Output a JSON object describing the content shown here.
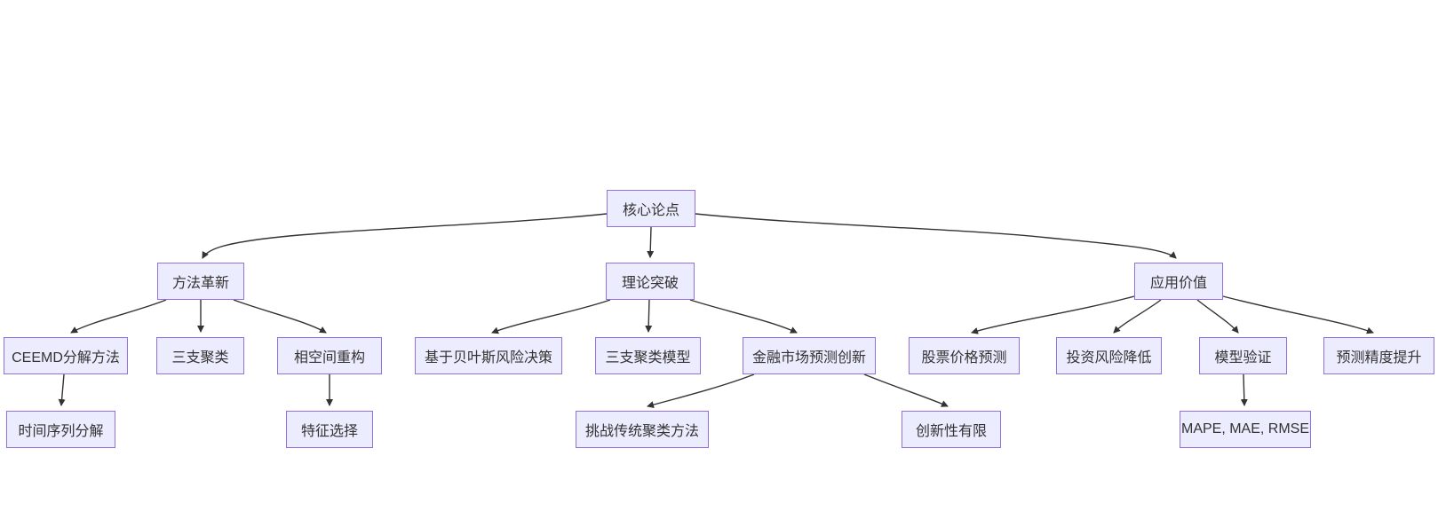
{
  "diagram": {
    "type": "flowchart",
    "direction": "top-down",
    "nodes": {
      "core": {
        "label": "核心论点"
      },
      "method_innovation": {
        "label": "方法革新"
      },
      "theory_breakthrough": {
        "label": "理论突破"
      },
      "application_value": {
        "label": "应用价值"
      },
      "ceemd": {
        "label": "CEEMD分解方法"
      },
      "three_way_clustering": {
        "label": "三支聚类"
      },
      "phase_space": {
        "label": "相空间重构"
      },
      "bayesian_risk": {
        "label": "基于贝叶斯风险决策"
      },
      "three_way_model": {
        "label": "三支聚类模型"
      },
      "financial_innovation": {
        "label": "金融市场预测创新"
      },
      "stock_prediction": {
        "label": "股票价格预测"
      },
      "risk_reduction": {
        "label": "投资风险降低"
      },
      "model_validation": {
        "label": "模型验证"
      },
      "accuracy_improvement": {
        "label": "预测精度提升"
      },
      "time_series": {
        "label": "时间序列分解"
      },
      "feature_selection": {
        "label": "特征选择"
      },
      "challenge_traditional": {
        "label": "挑战传统聚类方法"
      },
      "limited_innovation": {
        "label": "创新性有限"
      },
      "metrics": {
        "label": "MAPE, MAE, RMSE"
      }
    },
    "edges": [
      {
        "from": "core",
        "to": "method_innovation"
      },
      {
        "from": "core",
        "to": "theory_breakthrough"
      },
      {
        "from": "core",
        "to": "application_value"
      },
      {
        "from": "method_innovation",
        "to": "ceemd"
      },
      {
        "from": "method_innovation",
        "to": "three_way_clustering"
      },
      {
        "from": "method_innovation",
        "to": "phase_space"
      },
      {
        "from": "theory_breakthrough",
        "to": "bayesian_risk"
      },
      {
        "from": "theory_breakthrough",
        "to": "three_way_model"
      },
      {
        "from": "theory_breakthrough",
        "to": "financial_innovation"
      },
      {
        "from": "application_value",
        "to": "stock_prediction"
      },
      {
        "from": "application_value",
        "to": "risk_reduction"
      },
      {
        "from": "application_value",
        "to": "model_validation"
      },
      {
        "from": "application_value",
        "to": "accuracy_improvement"
      },
      {
        "from": "ceemd",
        "to": "time_series"
      },
      {
        "from": "phase_space",
        "to": "feature_selection"
      },
      {
        "from": "financial_innovation",
        "to": "challenge_traditional"
      },
      {
        "from": "financial_innovation",
        "to": "limited_innovation"
      },
      {
        "from": "model_validation",
        "to": "metrics"
      }
    ],
    "colors": {
      "node_fill": "#ECECFF",
      "node_border": "#9370DB",
      "edge": "#333333",
      "text": "#333333",
      "background": "#ffffff"
    }
  }
}
